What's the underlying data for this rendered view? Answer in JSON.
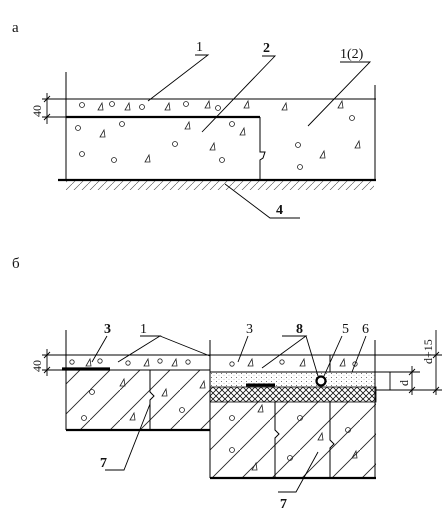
{
  "panel_a": {
    "letter": "а",
    "dimension": "40",
    "callouts": [
      "1",
      "2",
      "1(2)",
      "4"
    ]
  },
  "panel_b": {
    "letter": "б",
    "dimension_left": "40",
    "dimension_d": "d",
    "dimension_d15": "d+15",
    "callouts": [
      "3",
      "1",
      "3",
      "8",
      "5",
      "6",
      "7",
      "7"
    ]
  }
}
